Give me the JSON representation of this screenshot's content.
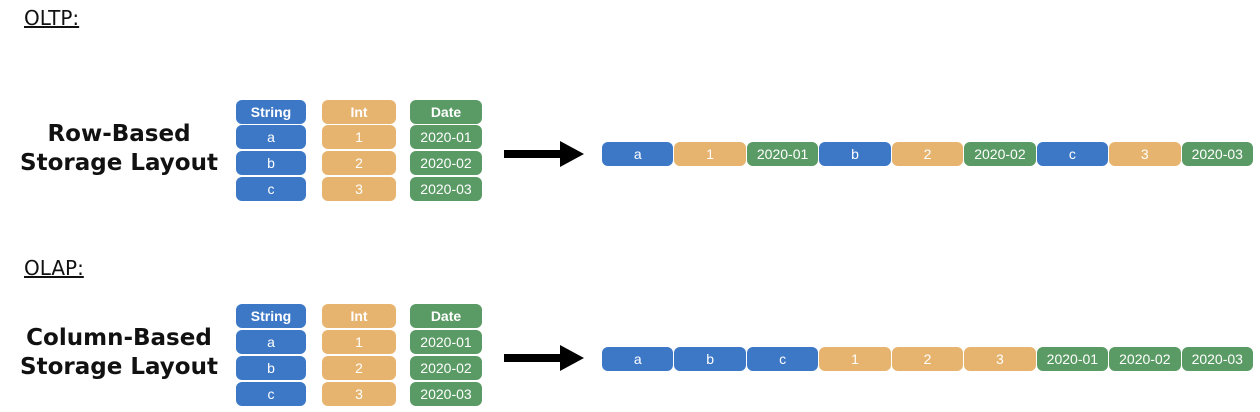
{
  "sections": [
    {
      "label": "OLTP:",
      "title": "Row-Based\nStorage Layout",
      "headers": [
        "String",
        "Int",
        "Date"
      ],
      "rows": [
        [
          "a",
          "1",
          "2020-01"
        ],
        [
          "b",
          "2",
          "2020-02"
        ],
        [
          "c",
          "3",
          "2020-03"
        ]
      ],
      "strip": [
        {
          "text": "a",
          "color": "blue"
        },
        {
          "text": "1",
          "color": "orange"
        },
        {
          "text": "2020-01",
          "color": "green"
        },
        {
          "text": "b",
          "color": "blue"
        },
        {
          "text": "2",
          "color": "orange"
        },
        {
          "text": "2020-02",
          "color": "green"
        },
        {
          "text": "c",
          "color": "blue"
        },
        {
          "text": "3",
          "color": "orange"
        },
        {
          "text": "2020-03",
          "color": "green"
        }
      ]
    },
    {
      "label": "OLAP:",
      "title": "Column-Based\nStorage Layout",
      "headers": [
        "String",
        "Int",
        "Date"
      ],
      "rows": [
        [
          "a",
          "1",
          "2020-01"
        ],
        [
          "b",
          "2",
          "2020-02"
        ],
        [
          "c",
          "3",
          "2020-03"
        ]
      ],
      "strip": [
        {
          "text": "a",
          "color": "blue"
        },
        {
          "text": "b",
          "color": "blue"
        },
        {
          "text": "c",
          "color": "blue"
        },
        {
          "text": "1",
          "color": "orange"
        },
        {
          "text": "2",
          "color": "orange"
        },
        {
          "text": "3",
          "color": "orange"
        },
        {
          "text": "2020-01",
          "color": "green"
        },
        {
          "text": "2020-02",
          "color": "green"
        },
        {
          "text": "2020-03",
          "color": "green"
        }
      ]
    }
  ],
  "colors": {
    "blue": "#3d78c7",
    "orange": "#e6b46f",
    "green": "#5a9a64",
    "arrow": "#000000"
  }
}
